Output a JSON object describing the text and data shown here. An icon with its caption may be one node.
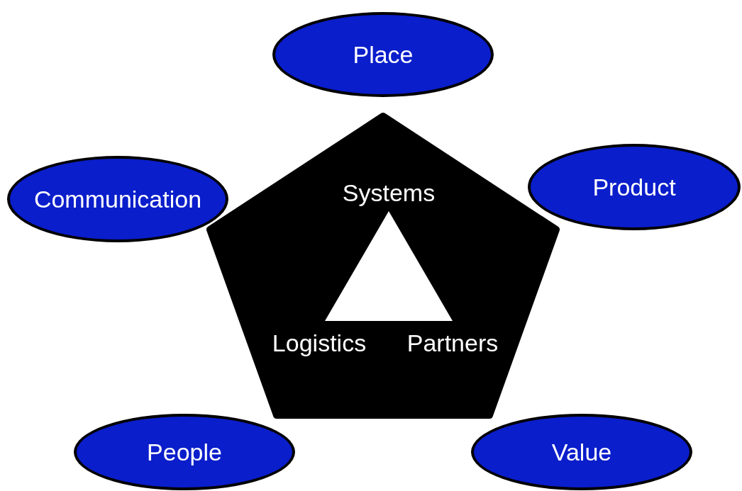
{
  "diagram": {
    "nodes": [
      {
        "text": [
          "Place"
        ]
      },
      {
        "text": [
          "Communication"
        ]
      },
      {
        "text": [
          "Product"
        ]
      },
      {
        "text": [
          "Systems",
          "Logistics",
          "Partners"
        ]
      },
      {
        "text": [
          "People"
        ]
      },
      {
        "text": [
          "Value"
        ]
      }
    ]
  }
}
